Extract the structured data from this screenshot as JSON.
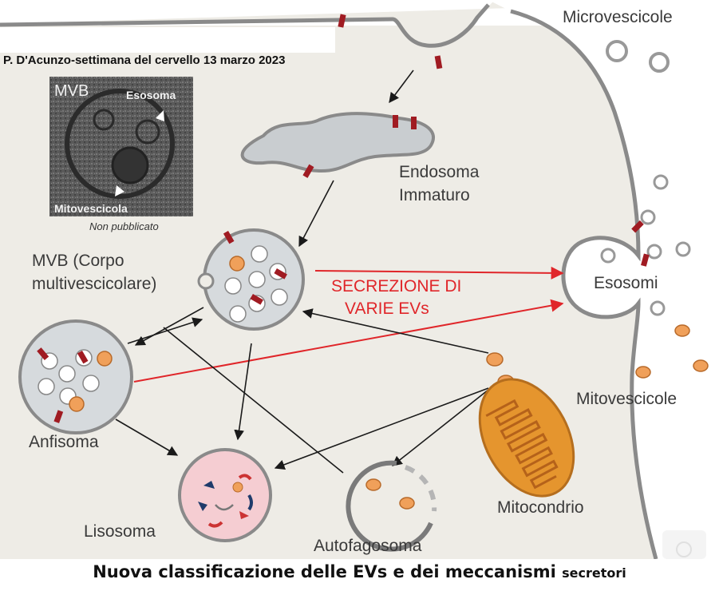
{
  "credit": "P. D'Acunzo-settimana del cervello 13 marzo 2023",
  "photo": {
    "tag": "MVB",
    "exosome_label": "Esosoma",
    "mitovesicle_label": "Mitovescicola",
    "note": "Non pubblicato"
  },
  "labels": {
    "microvesicles": "Microvescicole",
    "early_endosome_line1": "Endosoma",
    "early_endosome_line2": "Immaturo",
    "mvb_line1": "MVB (Corpo",
    "mvb_line2": "multivescicolare)",
    "secretion_line1": "SECREZIONE DI",
    "secretion_line2": "VARIE EVs",
    "exosomes": "Esosomi",
    "mitovesicles": "Mitovescicole",
    "amphisome": "Anfisoma",
    "lysosome": "Lisosoma",
    "autophagosome": "Autofagosoma",
    "mitochondrion": "Mitocondrio"
  },
  "caption": {
    "main": "Nuova classificazione delle EVs e dei meccanismi",
    "tail": "secretori"
  },
  "colors": {
    "cytoplasm": "#eeece6",
    "membrane": "#8a8a8a",
    "organelle_fill": "#d6dadd",
    "vesicle_fill": "#ffffff",
    "receptor": "#a01b22",
    "mito_vesicle": "#f0a05a",
    "mitochondrion": "#e5952e",
    "lysosome": "#f5cdd2",
    "secretion_arrow": "#e0262a"
  }
}
